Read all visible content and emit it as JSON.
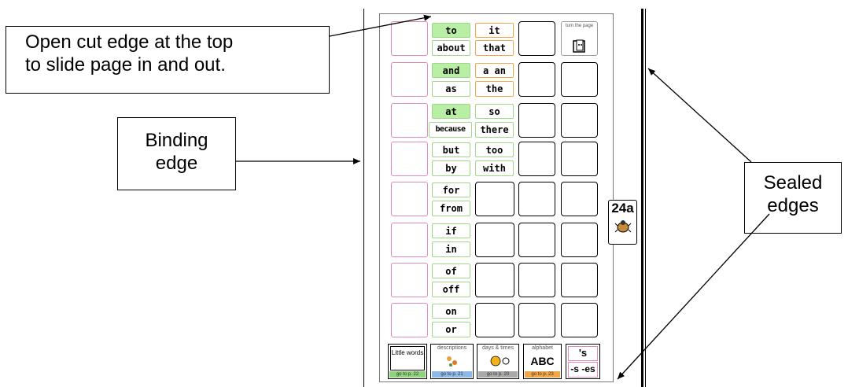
{
  "callouts": {
    "open_cut": [
      "Open cut edge at the top",
      "to slide page in and out."
    ],
    "binding": [
      "Binding",
      "edge"
    ],
    "sealed": [
      "Sealed",
      "edges"
    ]
  },
  "board": {
    "rows": [
      {
        "a": "to",
        "b": "about",
        "c": "it",
        "d": "that"
      },
      {
        "a": "and",
        "b": "as",
        "c": "a an",
        "d": "the"
      },
      {
        "a": "at",
        "b": "because",
        "c": "so",
        "d": "there"
      },
      {
        "a": "but",
        "b": "by",
        "c": "too",
        "d": "with"
      },
      {
        "a": "for",
        "b": "from"
      },
      {
        "a": "if",
        "b": "in"
      },
      {
        "a": "of",
        "b": "off"
      },
      {
        "a": "on",
        "b": "or"
      }
    ],
    "turn_page": "turn the page",
    "tab_label": "24a",
    "nav": [
      {
        "label": "Little words",
        "go": "go to p. 22"
      },
      {
        "label": "descriptions",
        "go": "go to p. 21"
      },
      {
        "label": "days & times",
        "go": "go to p. 20"
      },
      {
        "label": "alphabet",
        "sub": "ABC",
        "go": "go to p. 23"
      }
    ],
    "suffix_top": "'s",
    "suffix_bottom": "-s -es"
  },
  "colors": {
    "pink_cell": "#e08ab8",
    "green_word": "#b9eea5",
    "green_border": "#9fd68a",
    "orange_border": "#f1a64a"
  }
}
